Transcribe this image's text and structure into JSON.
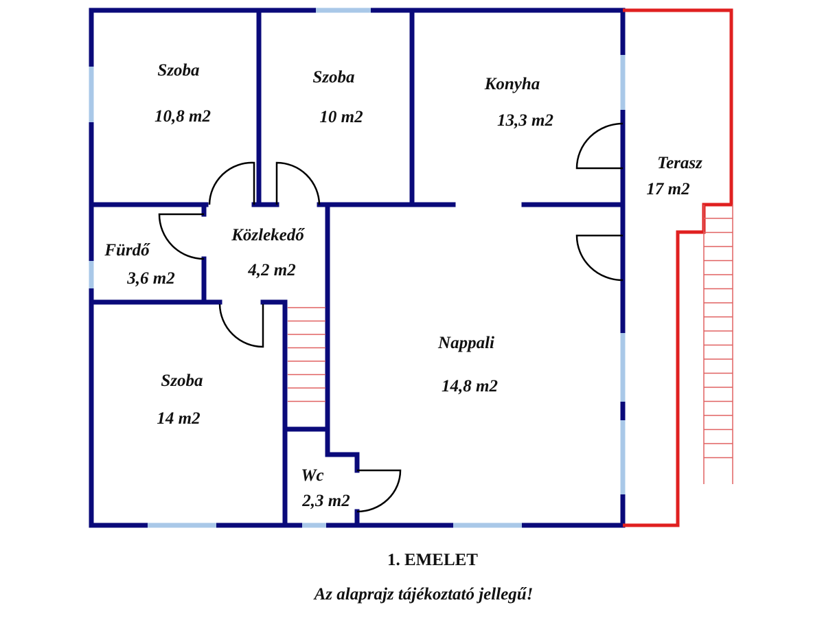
{
  "plan": {
    "rooms": [
      {
        "name": "Szoba",
        "area": "10,8 m2"
      },
      {
        "name": "Szoba",
        "area": "10 m2"
      },
      {
        "name": "Konyha",
        "area": "13,3 m2"
      },
      {
        "name": "Terasz",
        "area": "17 m2"
      },
      {
        "name": "Fürdő",
        "area": "3,6 m2"
      },
      {
        "name": "Közlekedő",
        "area": "4,2 m2"
      },
      {
        "name": "Nappali",
        "area": "14,8 m2"
      },
      {
        "name": "Szoba",
        "area": "14 m2"
      },
      {
        "name": "Wc",
        "area": "2,3 m2"
      }
    ],
    "floor_title": "1. EMELET",
    "disclaimer": "Az alaprajz tájékoztató jellegű!"
  },
  "colors": {
    "wall": "#0a0a7a",
    "window": "#a9c8e8",
    "terrace": "#e02020"
  }
}
